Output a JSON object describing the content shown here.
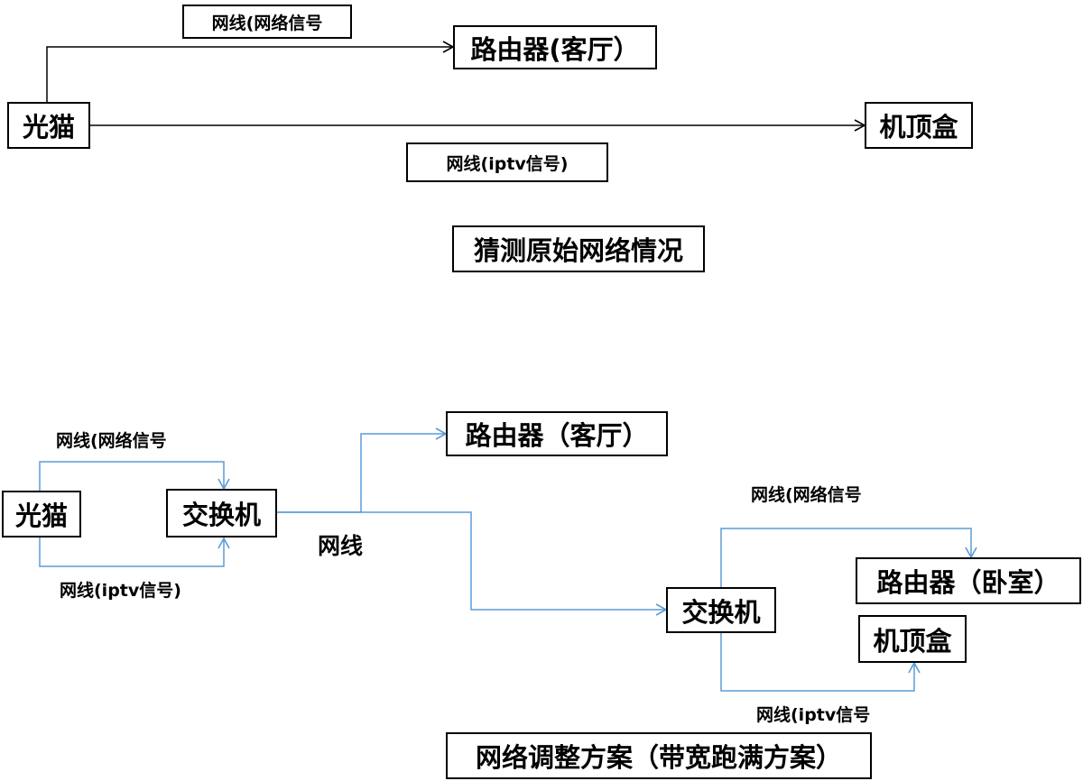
{
  "top_diagram": {
    "nodes": {
      "modem": "光猫",
      "router": "路由器(客厅）",
      "stb": "机顶盒"
    },
    "edges": {
      "net_signal": "网线(网络信号",
      "iptv_signal": "网线(iptv信号)"
    },
    "caption": "猜测原始网络情况"
  },
  "bottom_diagram": {
    "nodes": {
      "modem": "光猫",
      "switch1": "交换机",
      "router_living": "路由器（客厅）",
      "switch2": "交换机",
      "router_bedroom": "路由器（卧室）",
      "stb": "机顶盒"
    },
    "edges": {
      "net_signal_1": "网线(网络信号",
      "iptv_signal_1": "网线(iptv信号)",
      "cable": "网线",
      "net_signal_2": "网线(网络信号",
      "iptv_signal_2": "网线(iptv信号"
    },
    "caption": "网络调整方案（带宽跑满方案）"
  },
  "colors": {
    "top_line": "#000000",
    "bottom_line": "#5b9bd5"
  }
}
